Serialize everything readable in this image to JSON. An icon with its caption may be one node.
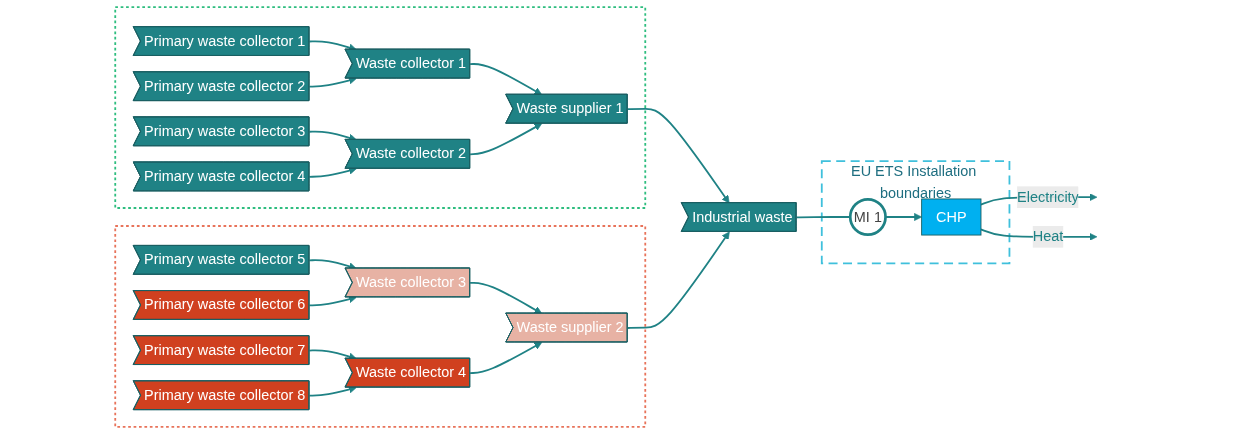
{
  "diagram": {
    "nodes": [
      {
        "text": [],
        "shape": "box"
      },
      {
        "text": [
          "Primary waste collector 1"
        ],
        "in": 0
      },
      {
        "text": [
          "Primary waste collector 2"
        ],
        "in": 0
      },
      {
        "text": [
          "Primary waste collector 3"
        ],
        "in": 0
      },
      {
        "text": [
          "Primary waste collector 4"
        ],
        "in": 0
      },
      {
        "text": [
          "Waste collector 1"
        ],
        "in": 0
      },
      {
        "text": [
          "Waste collector 2"
        ],
        "in": 0
      },
      {
        "text": [
          "Waste supplier 1"
        ],
        "in": 0
      },
      {
        "text": [],
        "shape": "box"
      },
      {
        "text": [
          "Primary waste collector 5"
        ],
        "in": 8
      },
      {
        "text": [
          "Primary waste collector 6"
        ],
        "in": 8
      },
      {
        "text": [
          "Primary waste collector 7"
        ],
        "in": 8
      },
      {
        "text": [
          "Primary waste collector 8"
        ],
        "in": 8
      },
      {
        "text": [
          "Waste collector 3"
        ],
        "in": 8
      },
      {
        "text": [
          "Waste collector 4"
        ],
        "in": 8
      },
      {
        "text": [
          "Waste supplier 2"
        ],
        "in": 8
      },
      {
        "text": [
          "Industrial waste"
        ]
      },
      {
        "text": [
          "EU ETS Installation boundaries"
        ]
      },
      {
        "text": [
          "MI 1"
        ],
        "in": 17
      },
      {
        "text": [
          "CHP"
        ],
        "in": 17
      }
    ],
    "edges": [
      {
        "from": 1,
        "to": 5,
        "arrow": "to"
      },
      {
        "from": 2,
        "to": 5,
        "arrow": "to"
      },
      {
        "from": 3,
        "to": 6,
        "arrow": "to"
      },
      {
        "from": 4,
        "to": 6,
        "arrow": "to"
      },
      {
        "from": 5,
        "to": 7,
        "arrow": "to"
      },
      {
        "from": 6,
        "to": 7,
        "arrow": "to"
      },
      {
        "from": 7,
        "to": 16,
        "arrow": "to"
      },
      {
        "from": 9,
        "to": 13,
        "arrow": "to"
      },
      {
        "from": 10,
        "to": 13,
        "arrow": "to"
      },
      {
        "from": 11,
        "to": 14,
        "arrow": "to"
      },
      {
        "from": 12,
        "to": 14,
        "arrow": "to"
      },
      {
        "from": 13,
        "to": 15,
        "arrow": "to"
      },
      {
        "from": 14,
        "to": 15,
        "arrow": "to"
      },
      {
        "from": 15,
        "to": 16,
        "arrow": "to"
      },
      {
        "from": 16,
        "to": 18,
        "arrow": "none"
      },
      {
        "from": 18,
        "to": 19,
        "arrow": "to"
      },
      {
        "from": 19,
        "to": null,
        "arrow": "to",
        "label": "Electricity"
      },
      {
        "from": 19,
        "to": null,
        "arrow": "to",
        "label": "Heat"
      }
    ]
  }
}
